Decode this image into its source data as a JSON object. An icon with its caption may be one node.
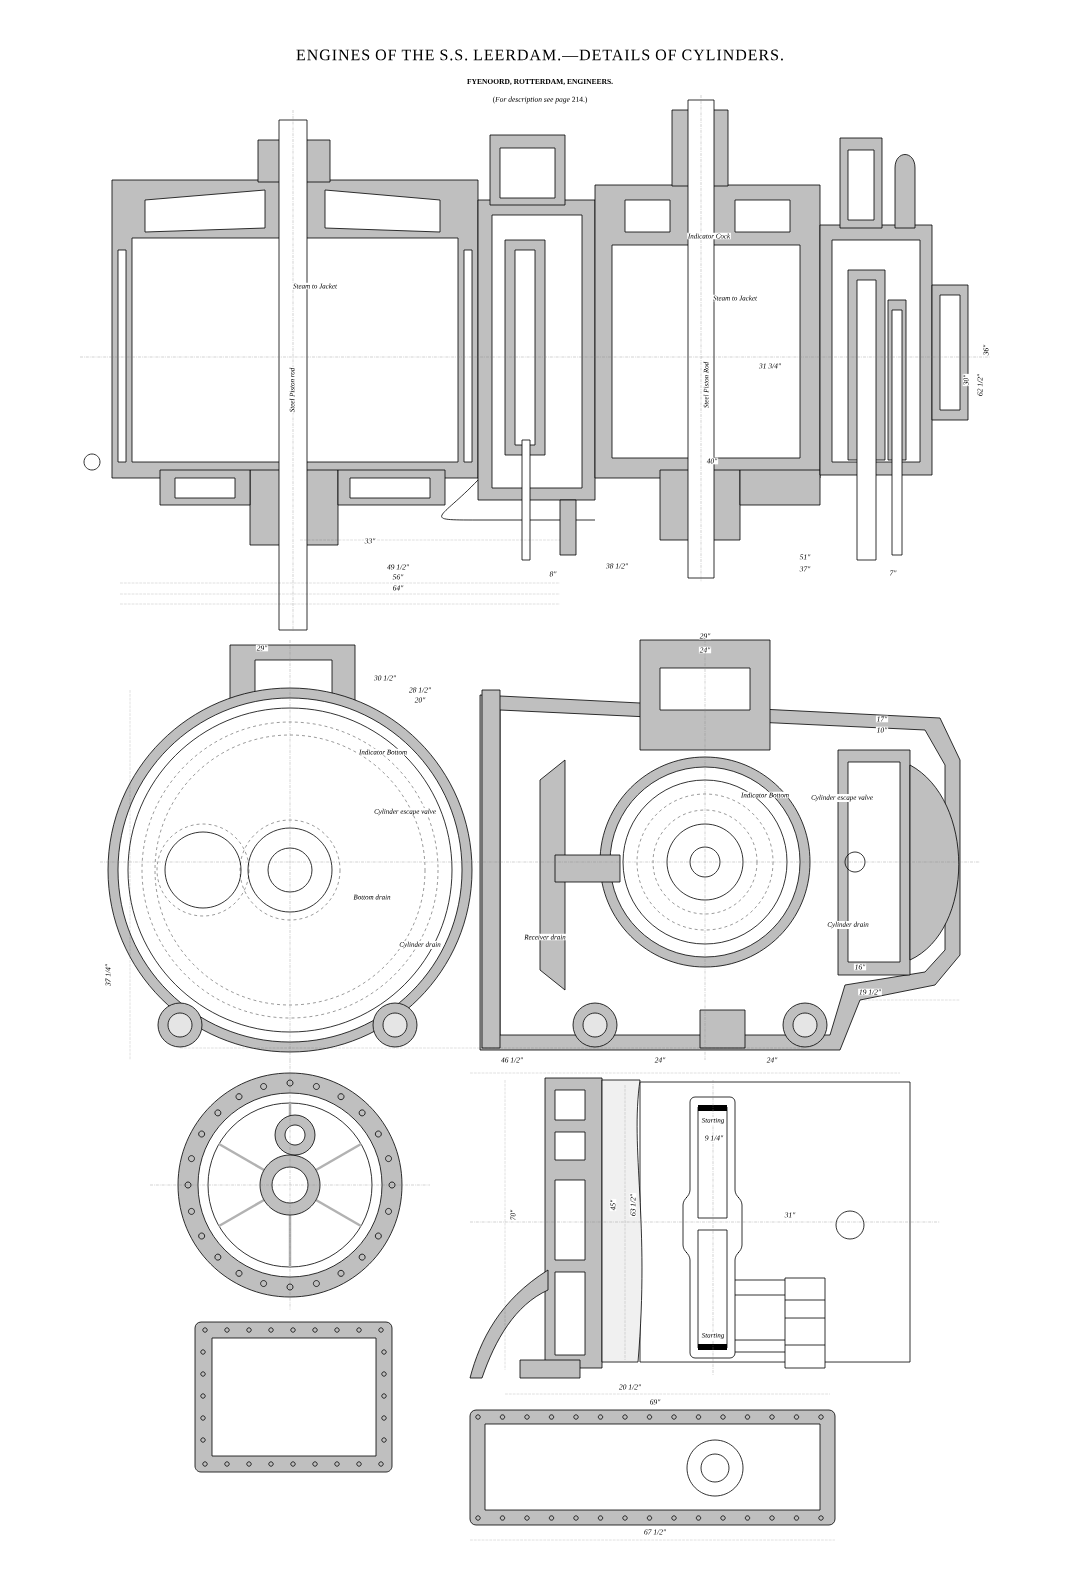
{
  "diagram": {
    "title": "ENGINES OF THE S.S. LEERDAM.—DETAILS OF CYLINDERS.",
    "labels": [
      "FYENOORD, ROTTERDAM, ENGINEERS.",
      "(*For description see page* 214.)",
      "Steam to Jacket",
      "Steel Piston rod",
      "Indicator Cock",
      "Steam to Jacket",
      "Steel Piston Rod",
      "49 1/2\"",
      "33\"",
      "56\"",
      "64\"",
      "8\"",
      "38 1/2\"",
      "31 3/4\"",
      "40\"",
      "51\"",
      "37\"",
      "7\"",
      "36\"",
      "30\"",
      "62 1/2\"",
      "29\"",
      "30 1/2\"",
      "28 1/2\"",
      "20\"",
      "29\"",
      "24\"",
      "17\"",
      "10\"",
      "Indicator Bottom",
      "Cylinder escape valve",
      "Indicator Bottom",
      "Cylinder escape valve",
      "Bottom drain",
      "Cylinder drain",
      "Receiver drain",
      "Cylinder drain",
      "37 1/4\"",
      "16\"",
      "19 1/2\"",
      "46 1/2\"",
      "24\"",
      "24\"",
      "Starting",
      "9 1/4\"",
      "70\"",
      "45\"",
      "63 1/2\"",
      "31\"",
      "Starting",
      "20 1/2\"",
      "69\"",
      "67 1/2\""
    ]
  }
}
